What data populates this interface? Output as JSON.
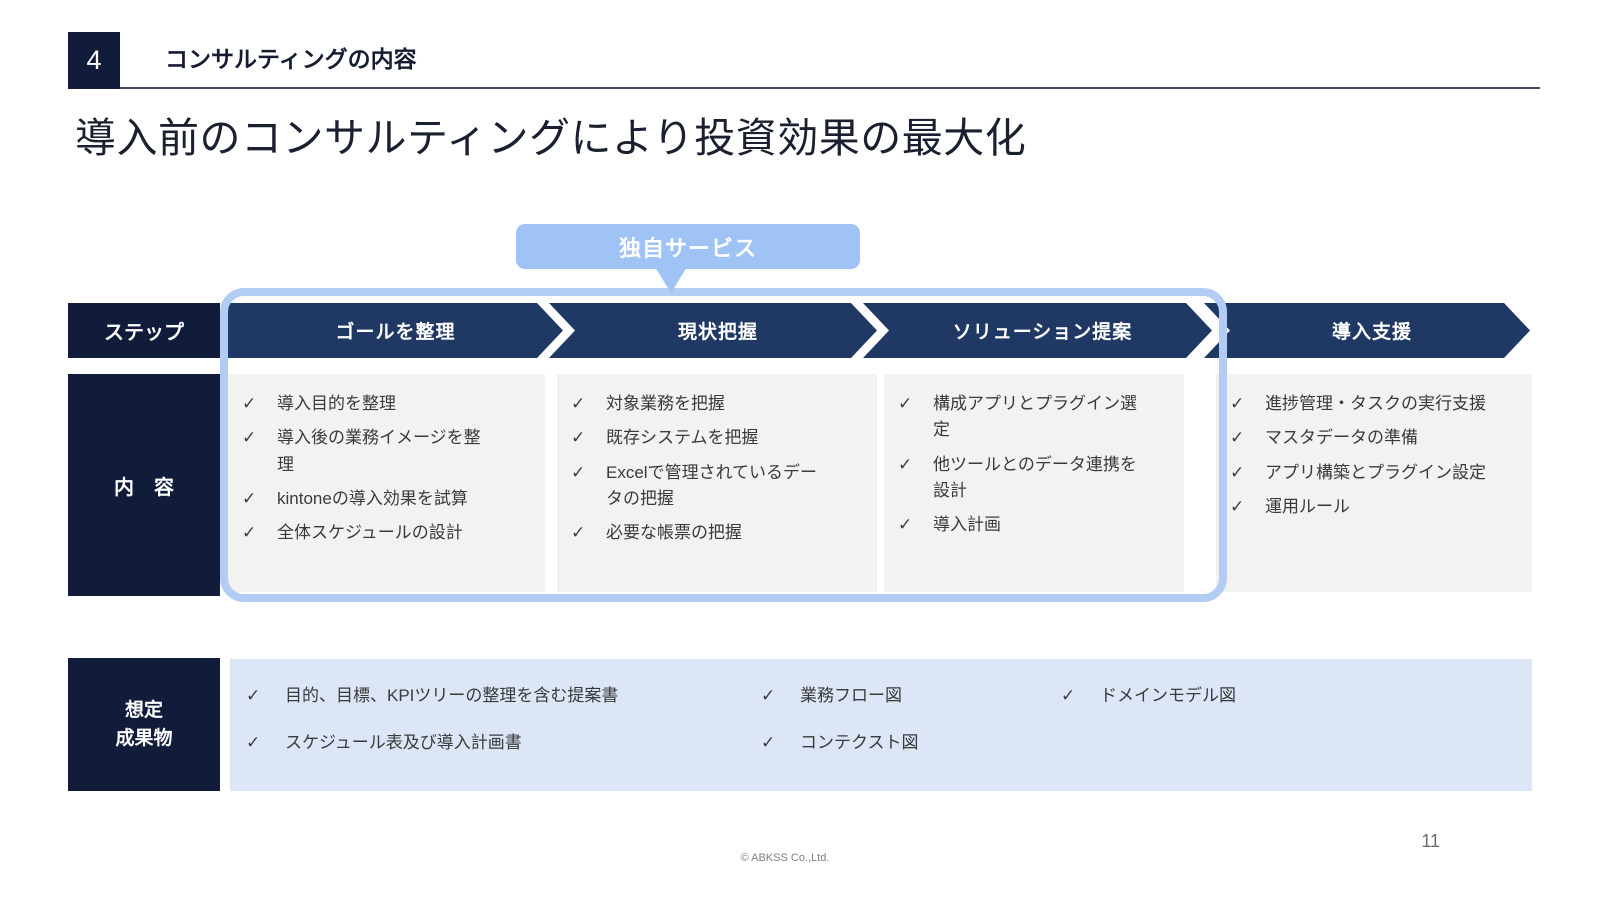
{
  "header": {
    "number": "4",
    "title": "コンサルティングの内容"
  },
  "heading": "導入前のコンサルティングにより投資効果の最大化",
  "callout": {
    "label": "独自サービス"
  },
  "icons": {
    "check": "✓"
  },
  "steps": {
    "row_label": "ステップ",
    "content_label": "内　容",
    "columns": [
      {
        "title": "ゴールを整理",
        "items": [
          "導入目的を整理",
          "導入後の業務イメージを整理",
          "kintoneの導入効果を試算",
          "全体スケジュールの設計"
        ]
      },
      {
        "title": "現状把握",
        "items": [
          "対象業務を把握",
          "既存システムを把握",
          "Excelで管理されているデータの把握",
          "必要な帳票の把握"
        ]
      },
      {
        "title": "ソリューション提案",
        "items": [
          "構成アプリとプラグイン選定",
          "他ツールとのデータ連携を設計",
          "導入計画"
        ]
      },
      {
        "title": "導入支援",
        "items": [
          "進捗管理・タスクの実行支援",
          "マスタデータの準備",
          "アプリ構築とプラグイン設定",
          "運用ルール"
        ]
      }
    ]
  },
  "deliverables": {
    "row_label_line1": "想定",
    "row_label_line2": "成果物",
    "items_col1": [
      "目的、目標、KPIツリーの整理を含む提案書",
      "スケジュール表及び導入計画書"
    ],
    "items_col2": [
      "業務フロー図",
      "コンテクスト図"
    ],
    "items_col3": [
      "ドメインモデル図"
    ]
  },
  "footer": {
    "copyright": "© ABKSS Co.,Ltd.",
    "page_number": "11"
  },
  "colors": {
    "dark_navy_box": "#101c3a",
    "arrow_navy": "#1f3864",
    "callout_blue": "#9fc3f5",
    "highlight_border_blue": "#b3ccf3",
    "content_panel_gray": "#f2f2f2",
    "deliverables_panel_blue": "#dce6f7",
    "body_text": "#3a3a3a"
  }
}
